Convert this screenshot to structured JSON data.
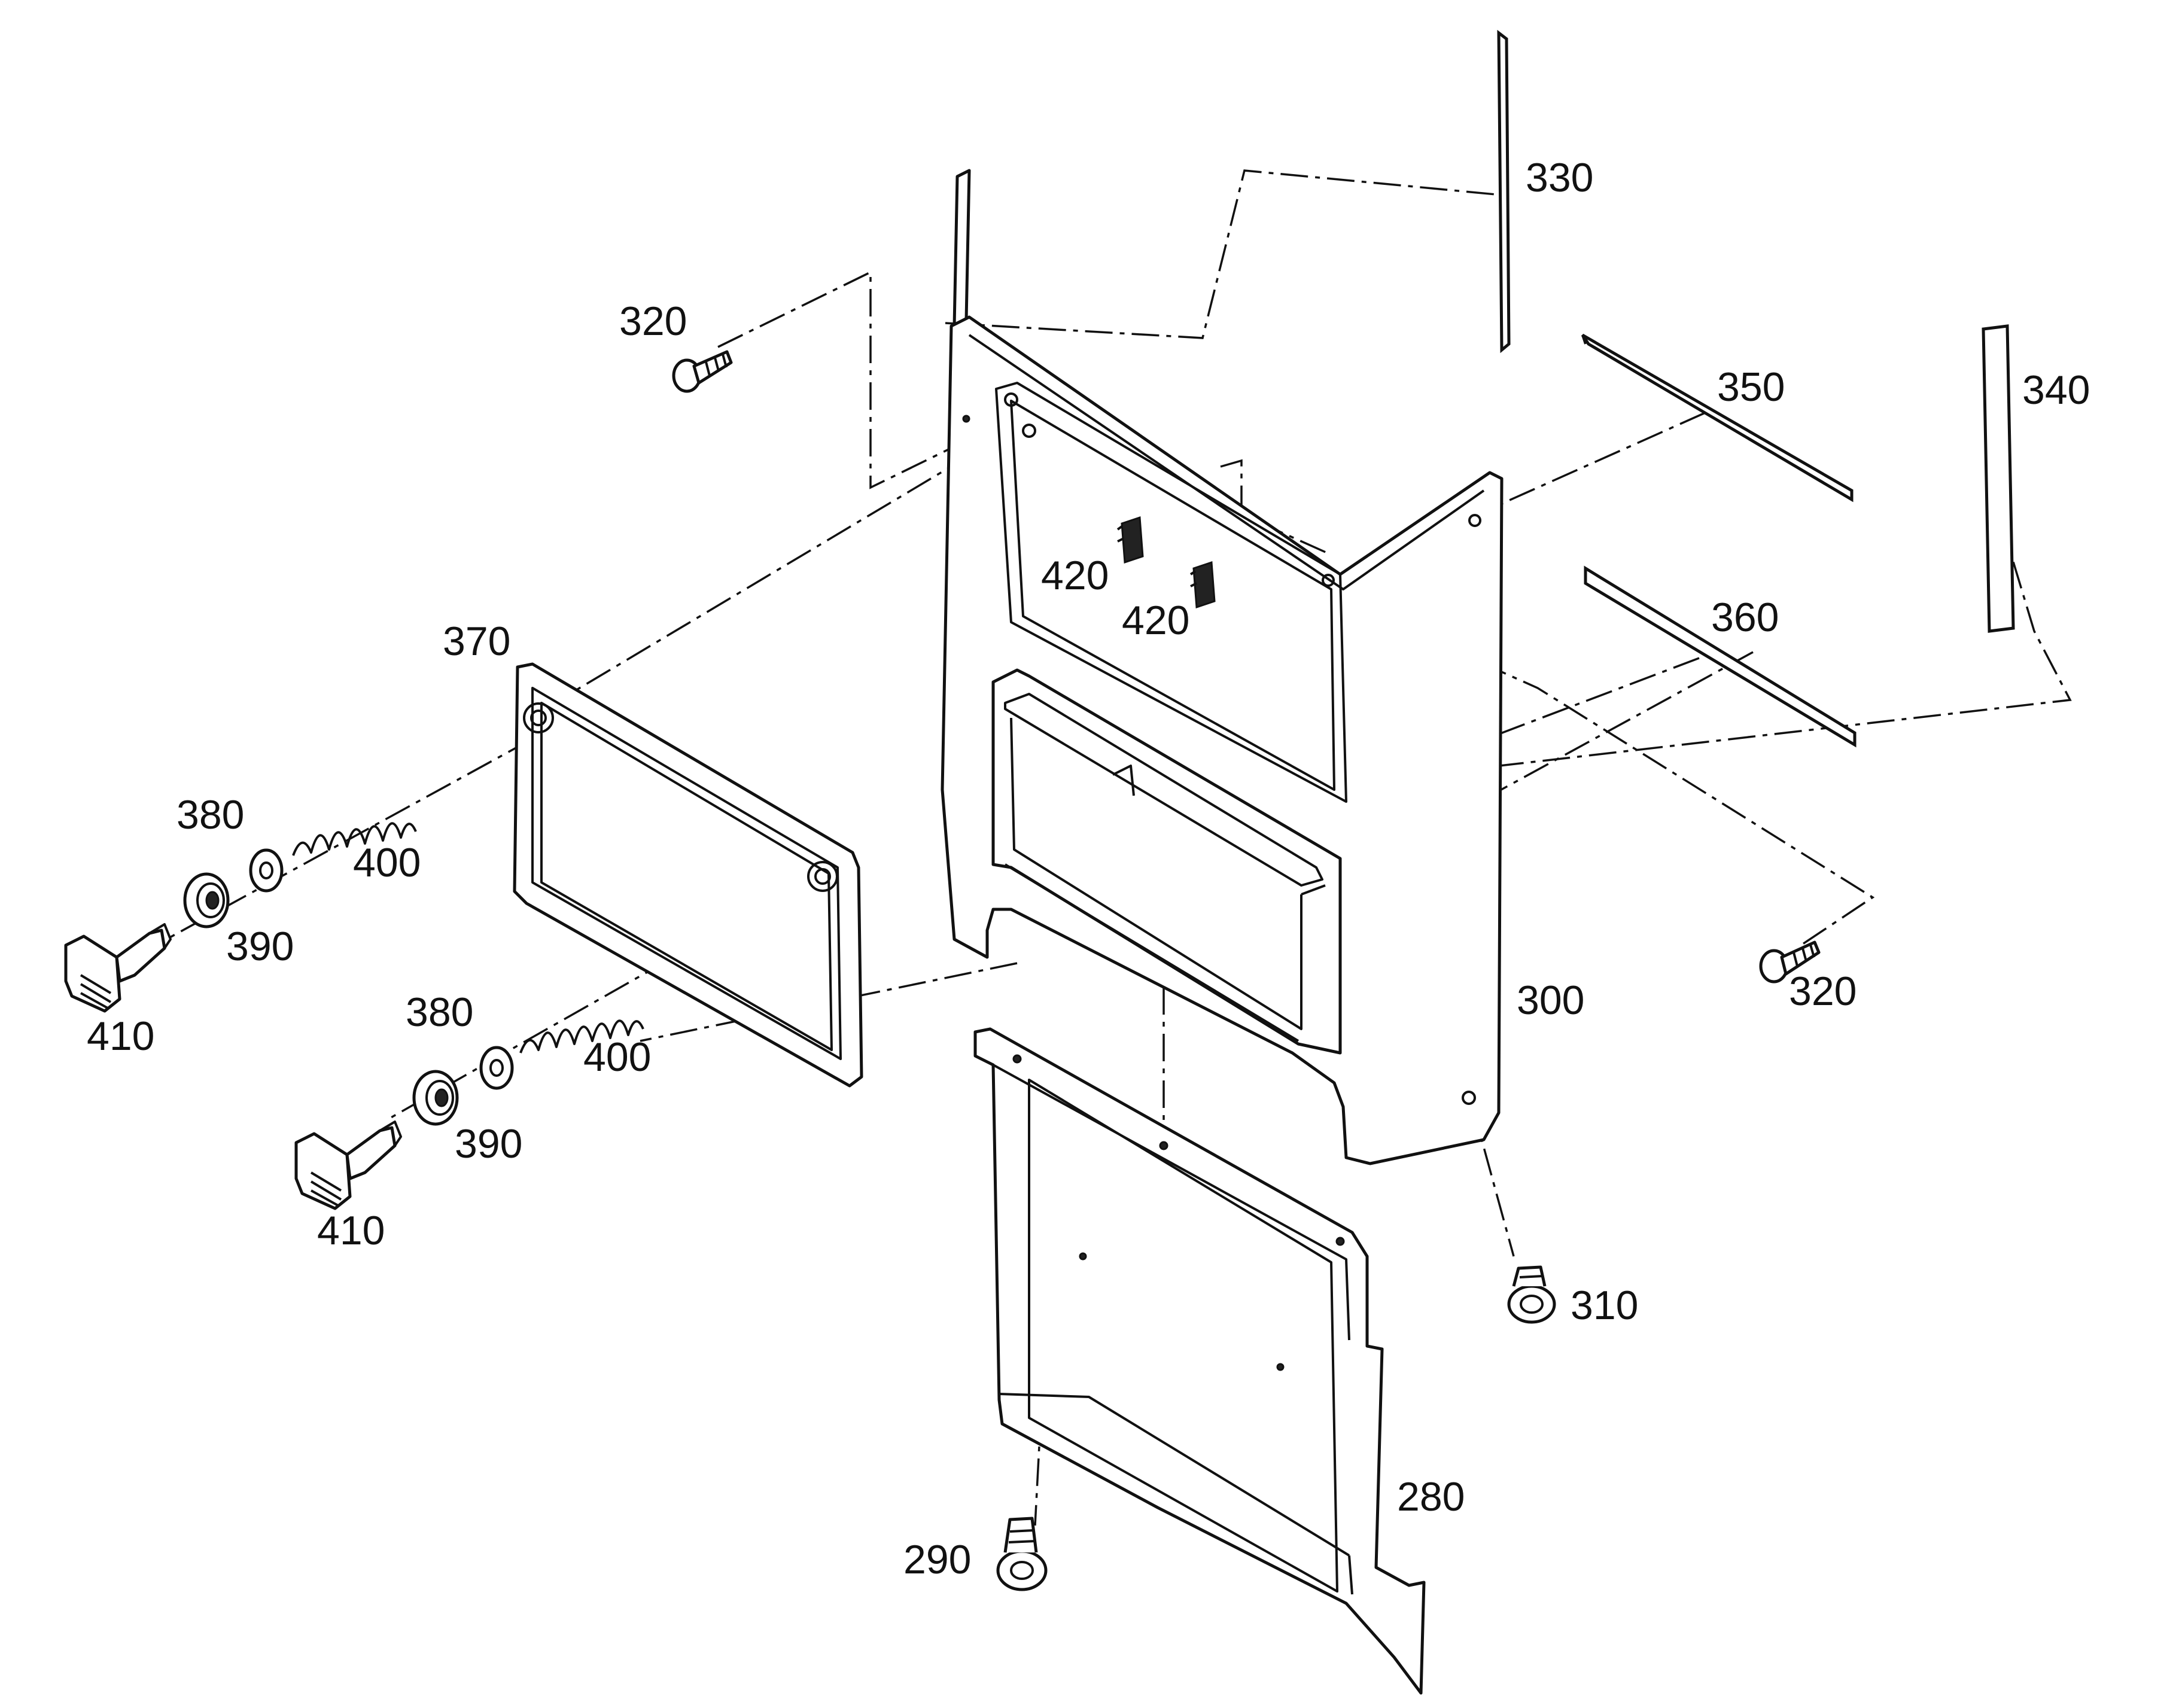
{
  "diagram": {
    "callouts": [
      {
        "id": "c330a",
        "text": "330"
      },
      {
        "id": "c320a",
        "text": "320"
      },
      {
        "id": "c350",
        "text": "350"
      },
      {
        "id": "c340",
        "text": "340"
      },
      {
        "id": "c420a",
        "text": "420"
      },
      {
        "id": "c420b",
        "text": "420"
      },
      {
        "id": "c370",
        "text": "370"
      },
      {
        "id": "c360",
        "text": "360"
      },
      {
        "id": "c380a",
        "text": "380"
      },
      {
        "id": "c400a",
        "text": "400"
      },
      {
        "id": "c390a",
        "text": "390"
      },
      {
        "id": "c410a",
        "text": "410"
      },
      {
        "id": "c380b",
        "text": "380"
      },
      {
        "id": "c400b",
        "text": "400"
      },
      {
        "id": "c390b",
        "text": "390"
      },
      {
        "id": "c410b",
        "text": "410"
      },
      {
        "id": "c320b",
        "text": "320"
      },
      {
        "id": "c300",
        "text": "300"
      },
      {
        "id": "c310",
        "text": "310"
      },
      {
        "id": "c280",
        "text": "280"
      },
      {
        "id": "c290",
        "text": "290"
      }
    ]
  }
}
